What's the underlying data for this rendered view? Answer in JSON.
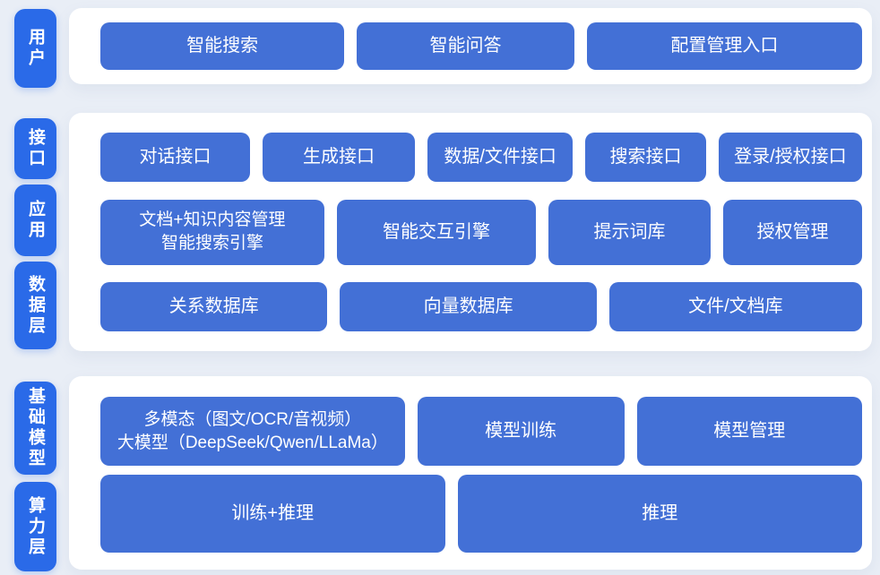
{
  "colors": {
    "page_background": "#e9eef6",
    "panel_background": "#ffffff",
    "layer_pill_blue": "#2a6ae8",
    "block_blue": "#4370d6",
    "text_white": "#ffffff"
  },
  "sections": [
    {
      "pills": [
        {
          "label": "用户"
        }
      ],
      "rows": [
        {
          "buttons": [
            {
              "label": "智能搜索"
            },
            {
              "label": "智能问答"
            },
            {
              "label": "配置管理入口"
            }
          ]
        }
      ]
    },
    {
      "pills": [
        {
          "label": "接口"
        },
        {
          "label": "应用"
        },
        {
          "label": "数据层"
        }
      ],
      "rows": [
        {
          "buttons": [
            {
              "label": "对话接口"
            },
            {
              "label": "生成接口"
            },
            {
              "label": "数据/文件接口"
            },
            {
              "label": "搜索接口"
            },
            {
              "label": "登录/授权接口"
            }
          ]
        },
        {
          "buttons": [
            {
              "line1": "文档+知识内容管理",
              "line2": "智能搜索引擎"
            },
            {
              "label": "智能交互引擎"
            },
            {
              "label": "提示词库"
            },
            {
              "label": "授权管理"
            }
          ]
        },
        {
          "buttons": [
            {
              "label": "关系数据库"
            },
            {
              "label": "向量数据库"
            },
            {
              "label": "文件/文档库"
            }
          ]
        }
      ]
    },
    {
      "pills": [
        {
          "label": "基础模型"
        },
        {
          "label": "算力层"
        }
      ],
      "rows": [
        {
          "buttons": [
            {
              "line1": "多模态（图文/OCR/音视频）",
              "line2": "大模型（DeepSeek/Qwen/LLaMa）"
            },
            {
              "label": "模型训练"
            },
            {
              "label": "模型管理"
            }
          ]
        },
        {
          "buttons": [
            {
              "label": "训练+推理"
            },
            {
              "label": "推理"
            }
          ]
        }
      ]
    }
  ]
}
